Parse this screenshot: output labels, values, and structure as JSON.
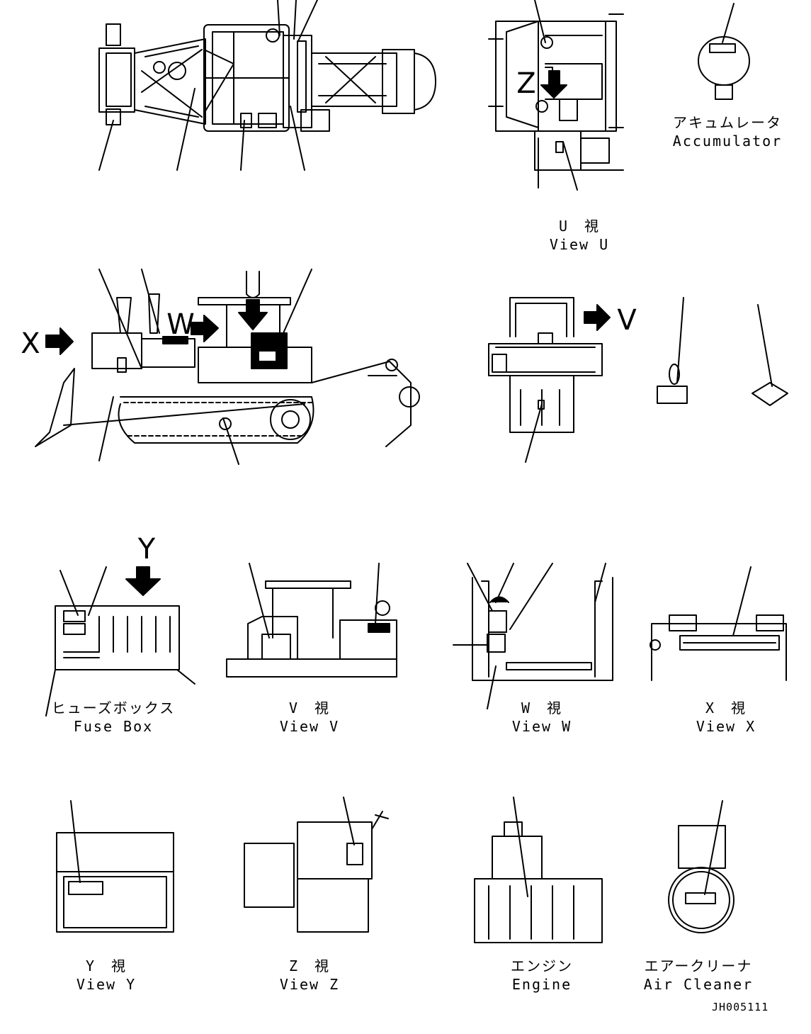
{
  "drawing_code": "JH005111",
  "view_letters": {
    "x": "X",
    "w": "W",
    "u": "U",
    "v": "V",
    "y": "Y",
    "z": "Z"
  },
  "captions": {
    "accumulator": {
      "jp": "アキュムレータ",
      "en": "Accumulator"
    },
    "view_u": {
      "jp": "U　視",
      "en": "View U"
    },
    "fuse_box": {
      "jp": "ヒューズボックス",
      "en": "Fuse Box"
    },
    "view_v": {
      "jp": "V　視",
      "en": "View V"
    },
    "view_w": {
      "jp": "W　視",
      "en": "View W"
    },
    "view_x": {
      "jp": "X　視",
      "en": "View X"
    },
    "view_y": {
      "jp": "Y　視",
      "en": "View Y"
    },
    "view_z": {
      "jp": "Z　視",
      "en": "View Z"
    },
    "engine": {
      "jp": "エンジン",
      "en": "Engine"
    },
    "air_cleaner": {
      "jp": "エアークリーナ",
      "en": "Air Cleaner"
    }
  },
  "colors": {
    "ink": "#000000",
    "paper": "#ffffff"
  }
}
